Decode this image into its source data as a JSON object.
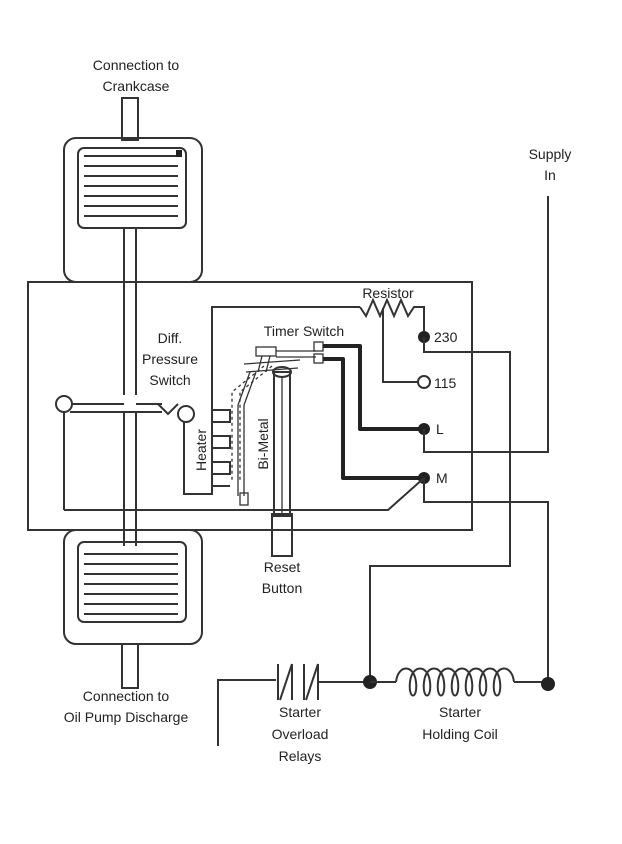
{
  "labels": {
    "crankcase_line1": "Connection to",
    "crankcase_line2": "Crankcase",
    "supply_line1": "Supply",
    "supply_line2": "In",
    "resistor": "Resistor",
    "diff_line1": "Diff.",
    "diff_line2": "Pressure",
    "diff_line3": "Switch",
    "timer_switch": "Timer Switch",
    "terminal_230": "230",
    "terminal_115": "115",
    "terminal_L": "L",
    "terminal_M": "M",
    "heater": "Heater",
    "bimetal": "Bi-Metal",
    "reset_line1": "Reset",
    "reset_line2": "Button",
    "oilpump_line1": "Connection to",
    "oilpump_line2": "Oil Pump Discharge",
    "starter_overload_line1": "Starter",
    "starter_overload_line2": "Overload",
    "starter_overload_line3": "Relays",
    "holding_coil_line1": "Starter",
    "holding_coil_line2": "Holding Coil"
  },
  "colors": {
    "line": "#333333",
    "text": "#222222",
    "background": "#ffffff"
  }
}
